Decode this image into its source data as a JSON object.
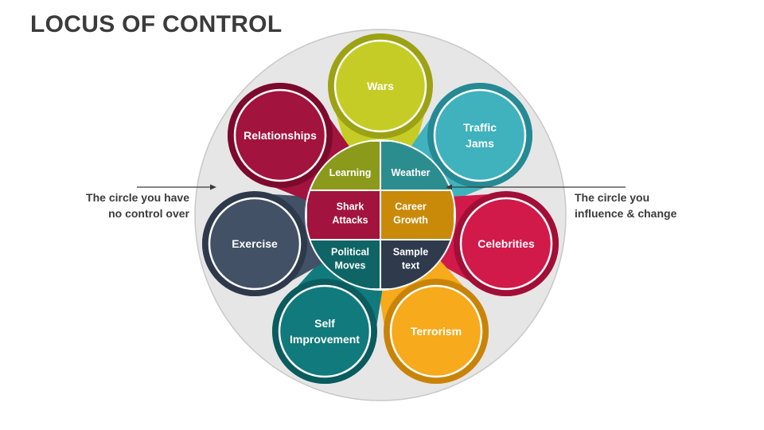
{
  "title": "LOCUS OF CONTROL",
  "annotations": {
    "left": [
      "The circle you have",
      "no control over"
    ],
    "right": [
      "The circle you",
      "influence & change"
    ]
  },
  "outer_items": [
    {
      "lines": [
        "Wars"
      ],
      "color": "#c5cc25",
      "ring": "#9ca214"
    },
    {
      "lines": [
        "Traffic",
        "Jams"
      ],
      "color": "#3fb2bd",
      "ring": "#258a94"
    },
    {
      "lines": [
        "Celebrities"
      ],
      "color": "#d11a4a",
      "ring": "#a20f36"
    },
    {
      "lines": [
        "Terrorism"
      ],
      "color": "#f6aa1c",
      "ring": "#c98408"
    },
    {
      "lines": [
        "Self",
        "Improvement"
      ],
      "color": "#117a7c",
      "ring": "#0a5c5e"
    },
    {
      "lines": [
        "Exercise"
      ],
      "color": "#435166",
      "ring": "#2e3a4b"
    },
    {
      "lines": [
        "Relationships"
      ],
      "color": "#a2133d",
      "ring": "#7c0a2c"
    }
  ],
  "inner_items": [
    {
      "lines": [
        "Learning"
      ],
      "color": "#8c9a1b"
    },
    {
      "lines": [
        "Weather"
      ],
      "color": "#2c8d8f"
    },
    {
      "lines": [
        "Shark",
        "Attacks"
      ],
      "color": "#a2133d"
    },
    {
      "lines": [
        "Career",
        "Growth"
      ],
      "color": "#c98a0a"
    },
    {
      "lines": [
        "Political",
        "Moves"
      ],
      "color": "#0f6566"
    },
    {
      "lines": [
        "Sample",
        "text"
      ],
      "color": "#2f3b4c"
    }
  ]
}
